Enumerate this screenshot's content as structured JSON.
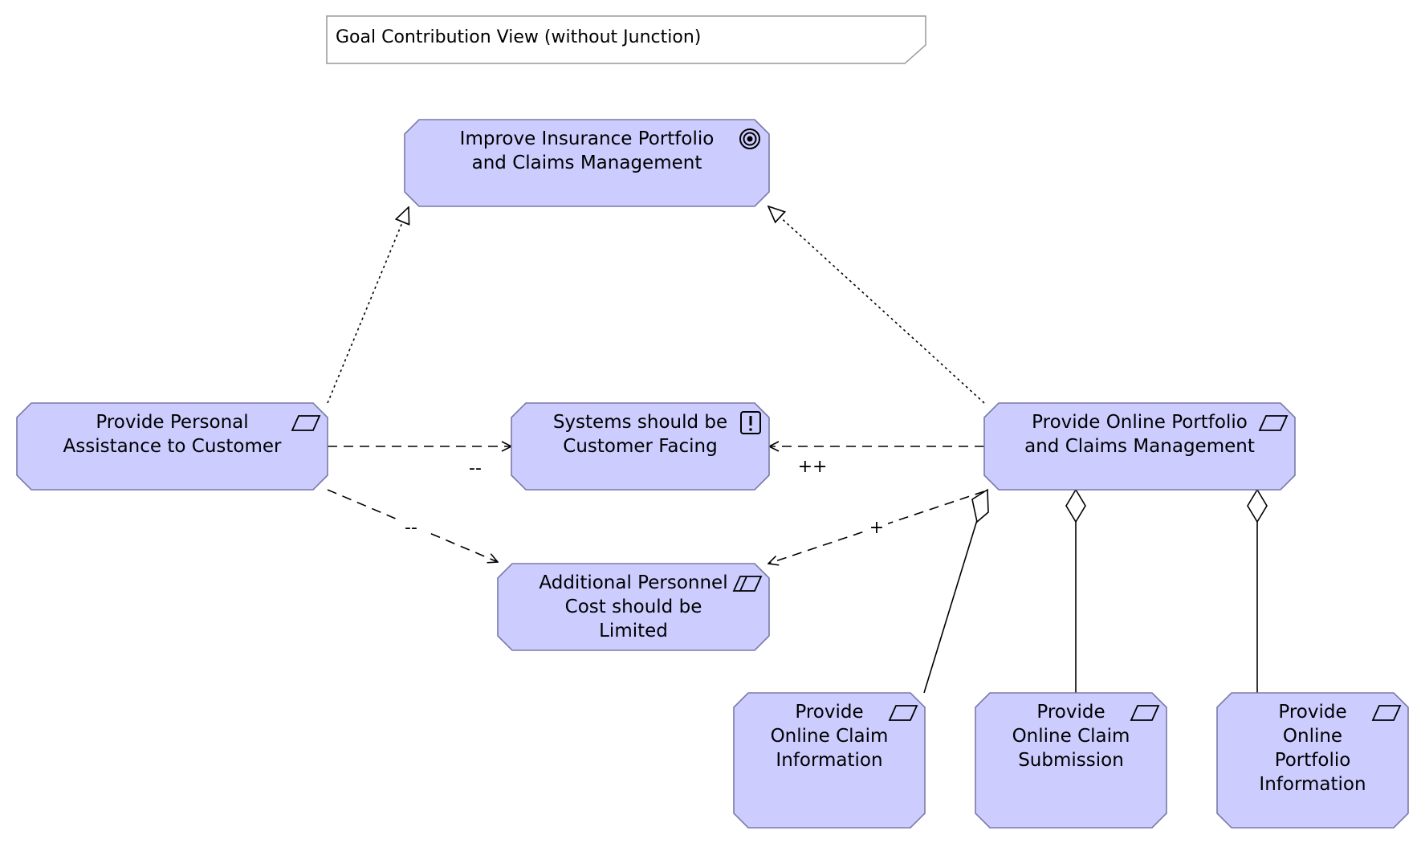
{
  "view_title": "Goal Contribution View (without Junction)",
  "nodes": {
    "goal": {
      "lines": [
        "Improve Insurance Portfolio",
        "and Claims Management"
      ],
      "icon": "goal-target-icon"
    },
    "req_personal": {
      "lines": [
        "Provide Personal",
        "Assistance to Customer"
      ],
      "icon": "requirement-parallelogram-icon"
    },
    "principle_systems": {
      "lines": [
        "Systems should be",
        "Customer Facing"
      ],
      "icon": "principle-exclamation-icon"
    },
    "req_online": {
      "lines": [
        "Provide Online Portfolio",
        "and Claims Management"
      ],
      "icon": "requirement-parallelogram-icon"
    },
    "constraint_cost": {
      "lines": [
        "Additional Personnel",
        "Cost should be",
        "Limited"
      ],
      "icon": "constraint-parallelogram-icon"
    },
    "req_claim_info": {
      "lines": [
        "Provide",
        "Online Claim",
        "Information"
      ],
      "icon": "requirement-parallelogram-icon"
    },
    "req_claim_sub": {
      "lines": [
        "Provide",
        "Online Claim",
        "Submission"
      ],
      "icon": "requirement-parallelogram-icon"
    },
    "req_portfolio_info": {
      "lines": [
        "Provide",
        "Online",
        "Portfolio",
        "Information"
      ],
      "icon": "requirement-parallelogram-icon"
    }
  },
  "edges": {
    "personal_to_systems": "--",
    "personal_to_cost": "--",
    "online_to_systems": "++",
    "online_to_cost": "+"
  },
  "colors": {
    "node_fill": "#ccccff",
    "node_stroke": "#7a7aa8",
    "line": "#000000"
  }
}
